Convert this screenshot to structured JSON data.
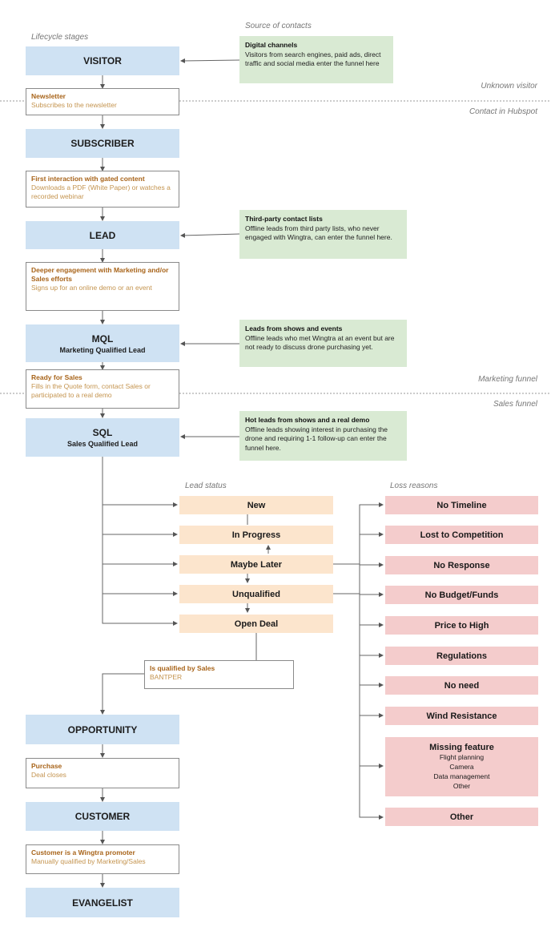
{
  "headers": {
    "lifecycle": "Lifecycle stages",
    "source": "Source of contacts",
    "lead_status": "Lead status",
    "loss_reasons": "Loss reasons"
  },
  "zones": {
    "unknown": "Unknown visitor",
    "hubspot": "Contact in Hubspot",
    "marketing": "Marketing funnel",
    "sales": "Sales funnel"
  },
  "stages": {
    "visitor": {
      "title": "VISITOR"
    },
    "subscriber": {
      "title": "SUBSCRIBER"
    },
    "lead": {
      "title": "LEAD"
    },
    "mql": {
      "title": "MQL",
      "sub": "Marketing Qualified Lead"
    },
    "sql": {
      "title": "SQL",
      "sub": "Sales Qualified Lead"
    },
    "opportunity": {
      "title": "OPPORTUNITY"
    },
    "customer": {
      "title": "CUSTOMER"
    },
    "evangelist": {
      "title": "EVANGELIST"
    }
  },
  "transitions": {
    "newsletter": {
      "title": "Newsletter",
      "desc": "Subscribes to the newsletter"
    },
    "gated": {
      "title": "First interaction with gated content",
      "desc": "Downloads a PDF (White Paper) or watches  a recorded webinar"
    },
    "deeper": {
      "title": "Deeper engagement with Marketing and/or Sales efforts",
      "desc": "Signs up for an online demo or an event"
    },
    "ready": {
      "title": "Ready for Sales",
      "desc": "Fills in the Quote form, contact Sales or participated to a real demo"
    },
    "qualified": {
      "title": "Is qualified by Sales",
      "desc": "BANTPER"
    },
    "purchase": {
      "title": "Purchase",
      "desc": "Deal closes"
    },
    "promoter": {
      "title": "Customer is a Wingtra promoter",
      "desc": "Manually qualified by Marketing/Sales"
    }
  },
  "sources": {
    "digital": {
      "title": "Digital channels",
      "desc": "Visitors from search engines, paid ads, direct traffic and social media enter the funnel here"
    },
    "thirdparty": {
      "title": "Third-party contact lists",
      "desc": "Offline leads from third party lists, who never engaged with Wingtra, can enter the funnel here."
    },
    "shows": {
      "title": "Leads from shows and events",
      "desc": "Offline leads who met Wingtra at an event but are not ready to discuss drone purchasing yet."
    },
    "hot": {
      "title": "Hot leads from shows and a real demo",
      "desc": "Offline leads showing interest in purchasing the drone and requiring 1-1 follow-up can enter the funnel here."
    }
  },
  "statuses": {
    "new": "New",
    "progress": "In Progress",
    "maybe": "Maybe Later",
    "unqualified": "Unqualified",
    "open": "Open Deal"
  },
  "losses": {
    "timeline": "No Timeline",
    "competition": "Lost to Competition",
    "response": "No Response",
    "budget": "No Budget/Funds",
    "price": "Price to High",
    "regulations": "Regulations",
    "need": "No need",
    "wind": "Wind Resistance",
    "missing": {
      "title": "Missing feature",
      "items": [
        "Flight planning",
        "Camera",
        "Data management",
        "Other"
      ]
    },
    "other": "Other"
  },
  "colors": {
    "stage": "#cfe2f3",
    "source": "#d9ead3",
    "status": "#fce5cd",
    "loss": "#f4cccc",
    "transition_title": "#a8641a"
  }
}
